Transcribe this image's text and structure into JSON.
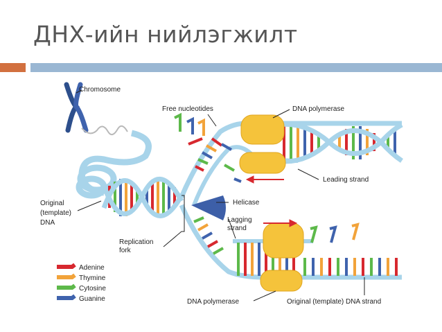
{
  "slide": {
    "title": "ДНХ-ийн нийлэгжилт"
  },
  "labels": {
    "chromosome": "Chromosome",
    "free_nucleotides": "Free nucleotides",
    "dna_polymerase_top": "DNA polymerase",
    "leading_strand": "Leading strand",
    "helicase": "Helicase",
    "lagging_strand_1": "Lagging",
    "lagging_strand_2": "strand",
    "original_1": "Original",
    "original_2": "(template)",
    "original_3": "DNA",
    "replication_fork_1": "Replication",
    "replication_fork_2": "fork",
    "dna_polymerase_bottom": "DNA polymerase",
    "original_template_strand": "Original (template) DNA strand"
  },
  "legend": [
    {
      "name": "Adenine",
      "color": "#d7282f"
    },
    {
      "name": "Thymine",
      "color": "#f2a33a"
    },
    {
      "name": "Cytosine",
      "color": "#5db94a"
    },
    {
      "name": "Guanine",
      "color": "#3f63ad"
    }
  ],
  "colors": {
    "backbone": "#a8d4ea",
    "polymerase": "#f5c33b",
    "helicase": "#3d5fa8",
    "arrow": "#d7282f",
    "accent_orange": "#d2703f",
    "accent_blue": "#9ab7d3"
  }
}
